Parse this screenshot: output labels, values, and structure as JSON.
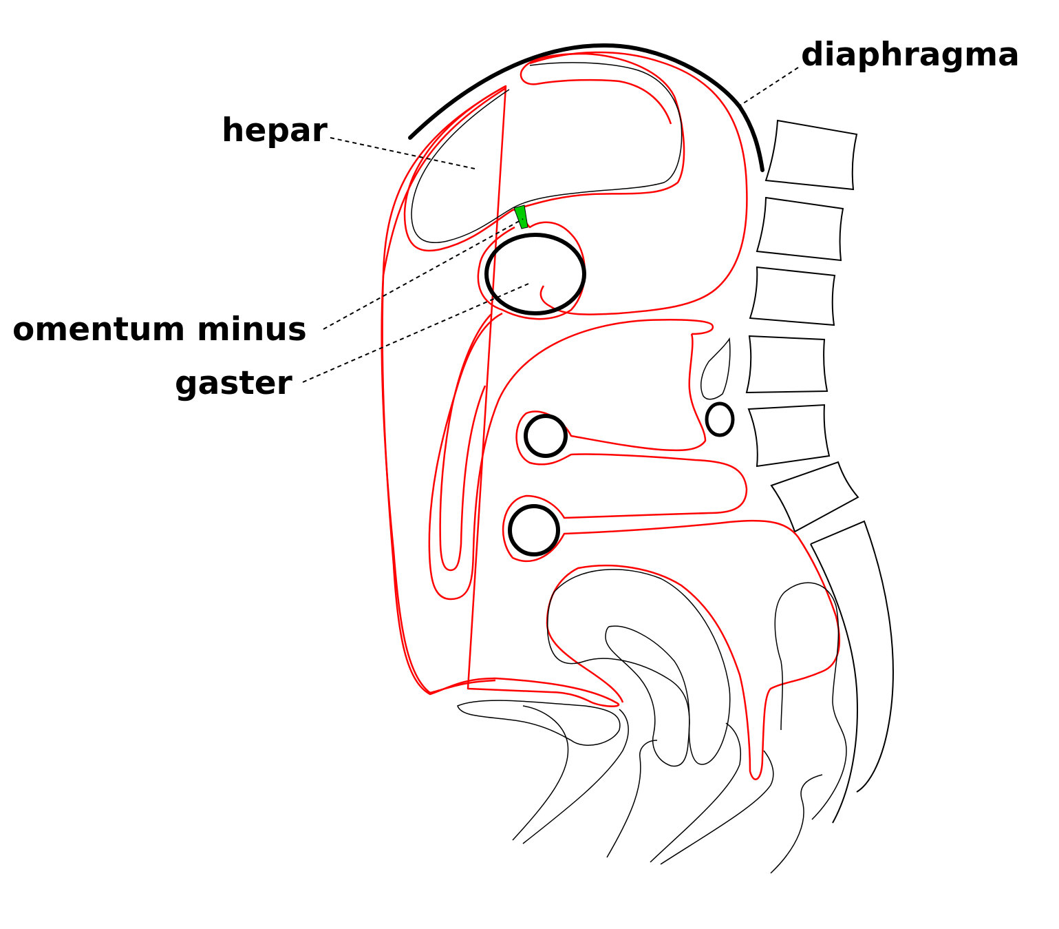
{
  "labels": {
    "hepar": "hepar",
    "diaphragma": "diaphragma",
    "omentum_minus": "omentum minus",
    "gaster": "gaster"
  },
  "colors": {
    "peritoneum": "#ff0000",
    "omentum_minus_highlight": "#00cc00",
    "organ_outline": "#000000",
    "leader_line": "#000000",
    "background": "#ffffff"
  }
}
